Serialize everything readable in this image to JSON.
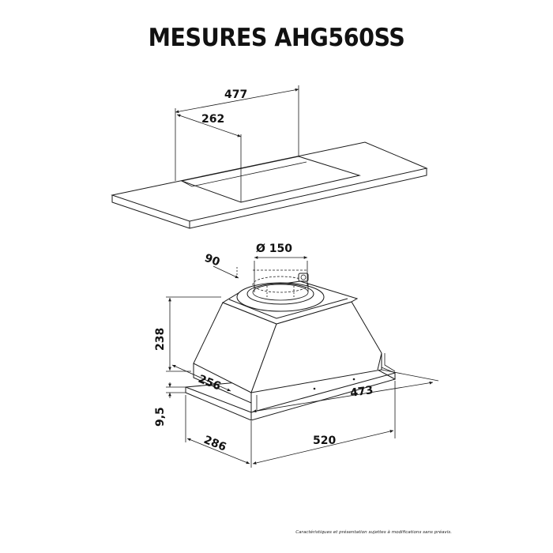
{
  "title": "MESURES AHG560SS",
  "dimensions": {
    "top_width": "477",
    "top_depth": "262",
    "outlet_offset": "90",
    "outlet_diameter": "Ø 150",
    "height": "238",
    "body_depth": "256",
    "body_width": "473",
    "front_thickness": "9,5",
    "overall_depth": "286",
    "overall_width": "520"
  },
  "footnote": "Caractéristiques et présentation sujettes à modifications sans préavis."
}
